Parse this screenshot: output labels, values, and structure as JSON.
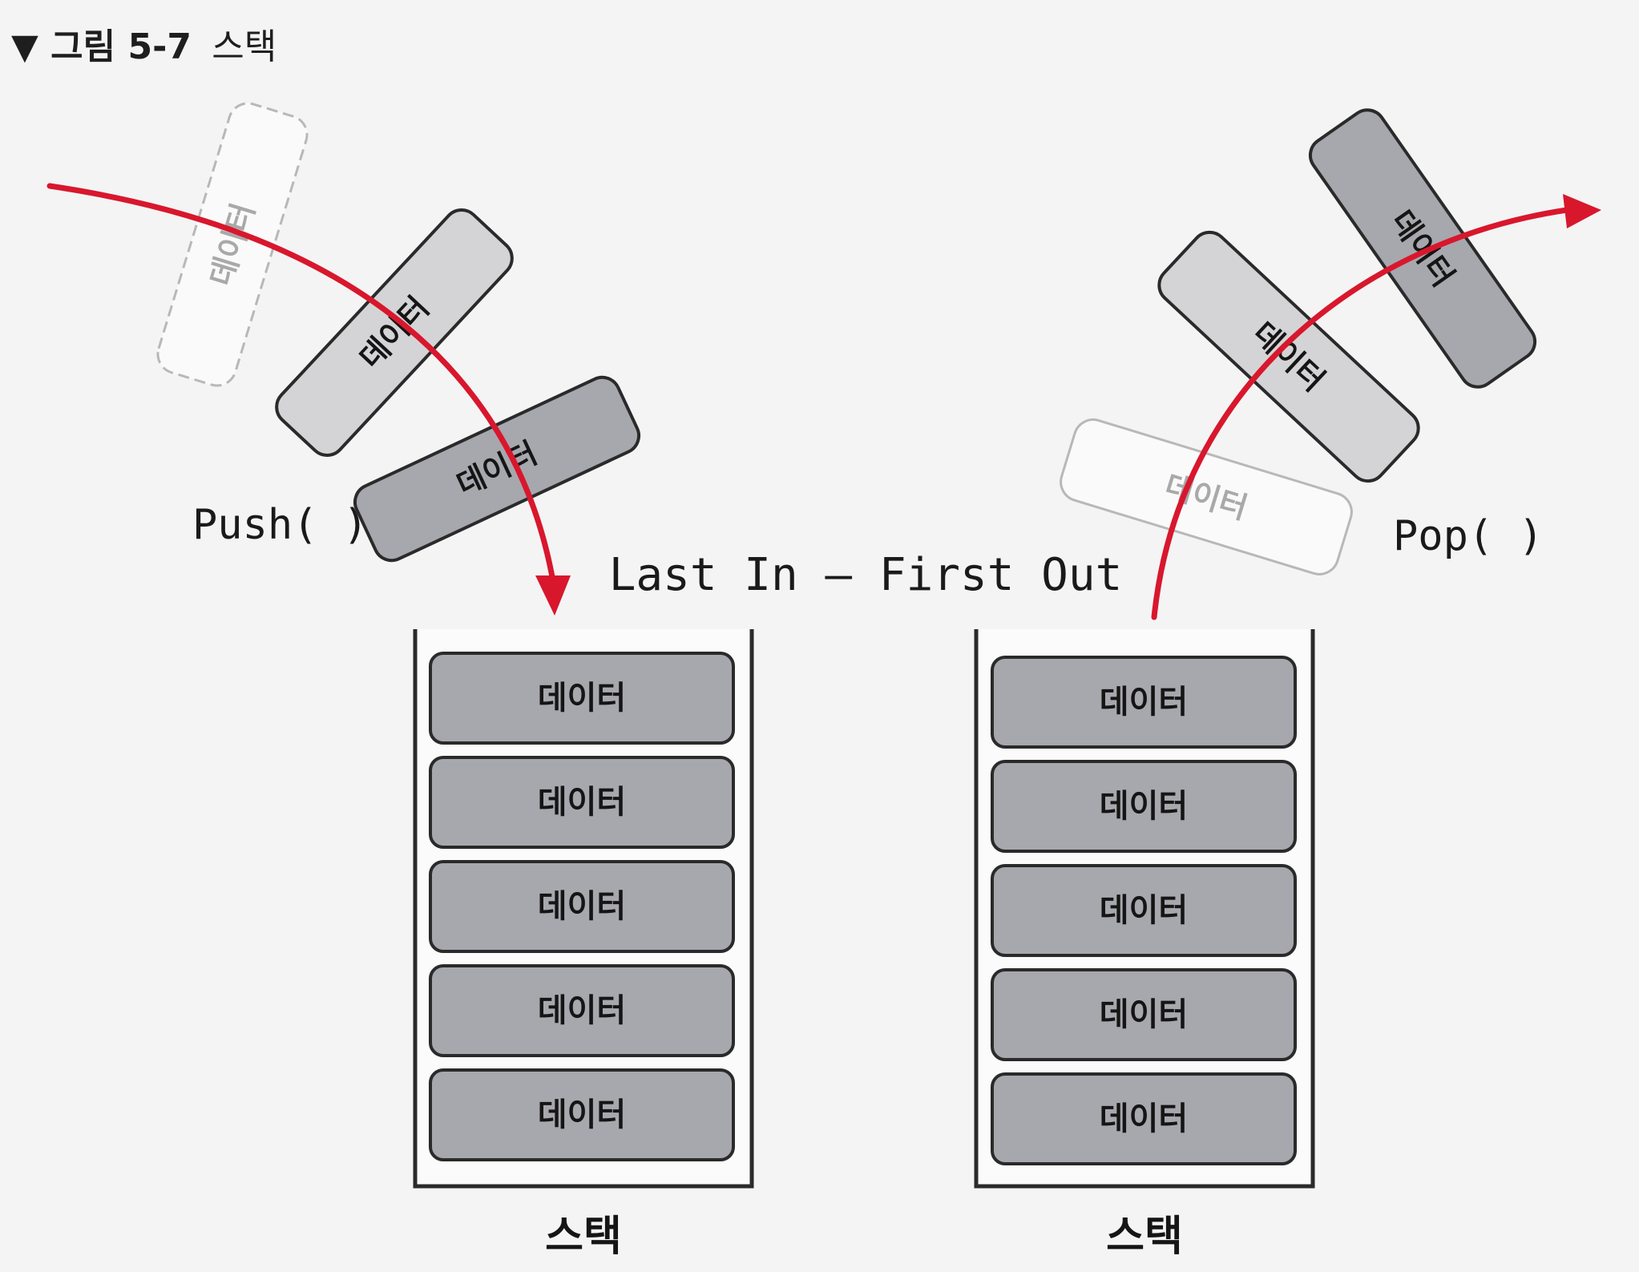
{
  "caption": {
    "marker": "▼",
    "figure_number": "그림 5-7",
    "title": "스택"
  },
  "labels": {
    "push": "Push( )",
    "pop": "Pop( )",
    "lifo": "Last In – First Out"
  },
  "block_text": "데이터",
  "stacks": [
    {
      "label": "스택",
      "items": [
        "데이터",
        "데이터",
        "데이터",
        "데이터",
        "데이터"
      ]
    },
    {
      "label": "스택",
      "items": [
        "데이터",
        "데이터",
        "데이터",
        "데이터",
        "데이터"
      ]
    }
  ],
  "colors": {
    "arrow": "#d8172d",
    "block_fill": "#a7a7ae",
    "block_fill_light": "#d4d4d6",
    "outline": "#2a2a2a"
  }
}
